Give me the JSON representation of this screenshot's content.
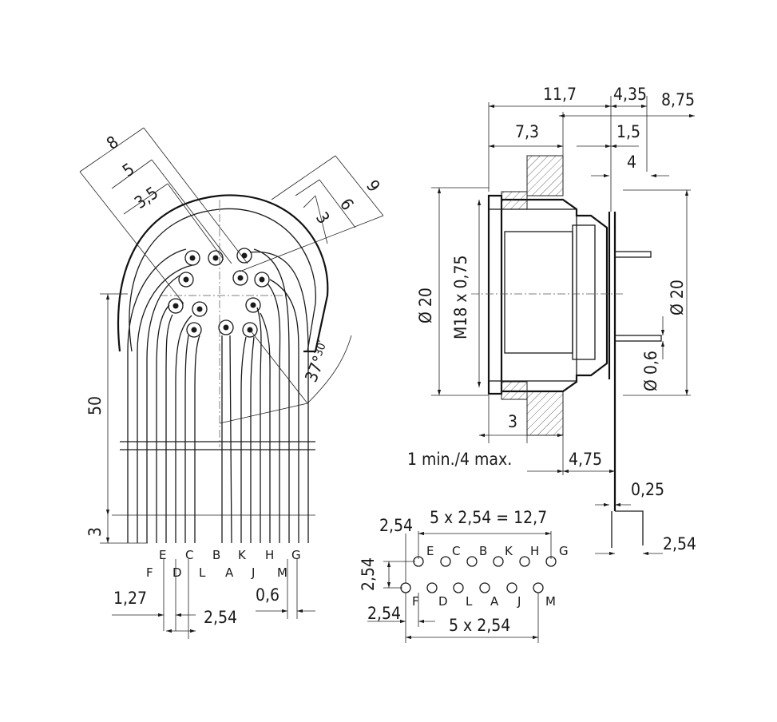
{
  "left_view": {
    "dims": {
      "d8": "8",
      "d5": "5",
      "d35": "3,5",
      "d9": "9",
      "d6": "6",
      "d3_top": "3",
      "angle_main": "37°",
      "angle_sup": "30′",
      "d50": "50",
      "d3_bottom": "3",
      "d127": "1,27",
      "d254": "2,54",
      "d06": "0,6"
    },
    "pins_lower": [
      "F",
      "D",
      "L",
      "A",
      "J",
      "M"
    ],
    "pins_upper": [
      "E",
      "C",
      "B",
      "K",
      "H",
      "G"
    ]
  },
  "right_view": {
    "dims": {
      "d117": "11,7",
      "d435": "4,35",
      "d875": "8,75",
      "d73": "7,3",
      "d15": "1,5",
      "d4": "4",
      "dia20_left": "Ø 20",
      "thread": "M18 x 0,75",
      "dia20_right": "Ø 20",
      "dia06": "Ø 0,6",
      "d3": "3",
      "panel": "1 min./4 max.",
      "d475": "4,75",
      "d025": "0,25",
      "d254": "2,54"
    }
  },
  "pattern_view": {
    "dims": {
      "top": "5 x 2,54 = 12,7",
      "d254_top": "2,54",
      "d254_side": "2,54",
      "d254_bottom": "2,54",
      "bottom": "5 x 2,54"
    },
    "row_upper": [
      "E",
      "C",
      "B",
      "K",
      "H",
      "G"
    ],
    "row_lower": [
      "F",
      "D",
      "L",
      "A",
      "J",
      "M"
    ]
  }
}
